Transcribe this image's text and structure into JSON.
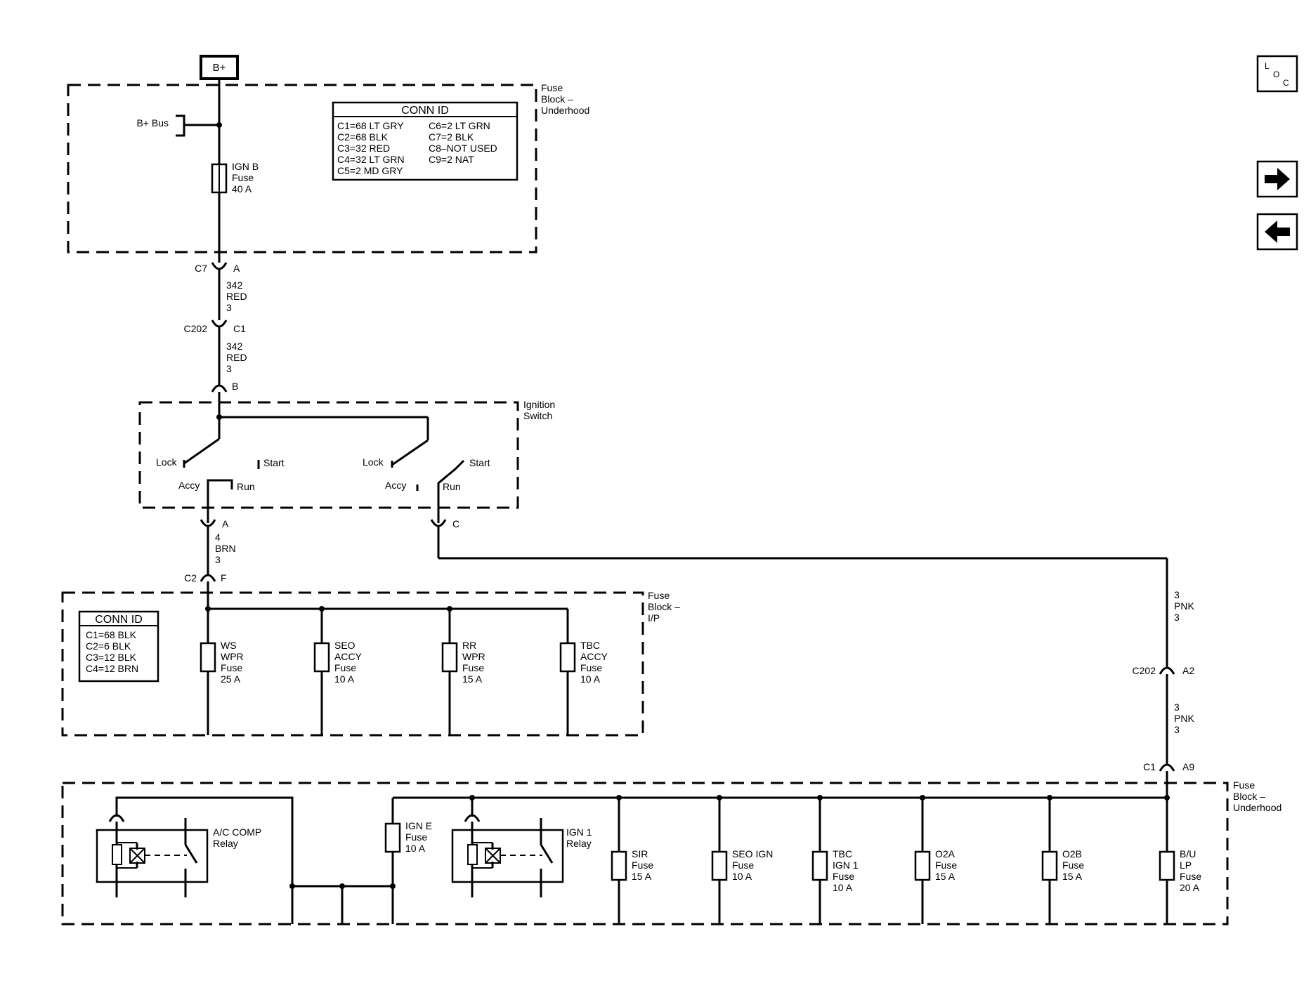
{
  "power": {
    "source": "B+",
    "bus": "B+ Bus"
  },
  "modules": {
    "fuse_block_top": "Fuse\nBlock –\nUnderhood",
    "ignition_switch": "Ignition\nSwitch",
    "fuse_block_ip": "Fuse\nBlock –\nI/P",
    "fuse_block_bottom": "Fuse\nBlock –\nUnderhood"
  },
  "conn_id_top": {
    "title": "CONN ID",
    "left": [
      "C1=68 LT GRY",
      "C2=68 BLK",
      "C3=32 RED",
      "C4=32 LT GRN",
      "C5=2 MD GRY"
    ],
    "right": [
      "C6=2 LT GRN",
      "C7=2 BLK",
      "C8–NOT USED",
      "C9=2 NAT"
    ]
  },
  "conn_id_ip": {
    "title": "CONN ID",
    "items": [
      "C1=68 BLK",
      "C2=6 BLK",
      "C3=12 BLK",
      "C4=12 BRN"
    ]
  },
  "fuses": {
    "ign_b": "IGN B\nFuse\n40 A",
    "ws_wpr": "WS\nWPR\nFuse\n25 A",
    "seo_accy": "SEO\nACCY\nFuse\n10 A",
    "rr_wpr": "RR\nWPR\nFuse\n15 A",
    "tbc_accy": "TBC\nACCY\nFuse\n10 A",
    "ign_e": "IGN E\nFuse\n10 A",
    "sir": "SIR\nFuse\n15 A",
    "seo_ign": "SEO IGN\nFuse\n10 A",
    "tbc_ign1": "TBC\nIGN 1\nFuse\n10 A",
    "o2a": "O2A\nFuse\n15 A",
    "o2b": "O2B\nFuse\n15 A",
    "bu_lp": "B/U\nLP\nFuse\n20 A"
  },
  "relays": {
    "ac_comp": "A/C COMP\nRelay",
    "ign1": "IGN 1\nRelay"
  },
  "connectors": {
    "c7": "C7",
    "c7_pin": "A",
    "c202a": "C202",
    "c202a_pin": "C1",
    "sw_b": "B",
    "sw_a": "A",
    "sw_c": "C",
    "c2": "C2",
    "c2_pin": "F",
    "c202b": "C202",
    "c202b_pin": "A2",
    "c1": "C1",
    "c1_pin": "A9"
  },
  "wires": {
    "w1": "342\nRED\n3",
    "w2": "342\nRED\n3",
    "w3": "4\nBRN\n3",
    "w4": "3\nPNK\n3",
    "w5": "3\nPNK\n3"
  },
  "switch_labels": {
    "lock1": "Lock",
    "start1": "Start",
    "accy1": "Accy",
    "run1": "Run",
    "lock2": "Lock",
    "start2": "Start",
    "accy2": "Accy",
    "run2": "Run"
  },
  "nav": {
    "loc": "LOC",
    "next_icon": "arrow-right",
    "prev_icon": "arrow-left"
  }
}
